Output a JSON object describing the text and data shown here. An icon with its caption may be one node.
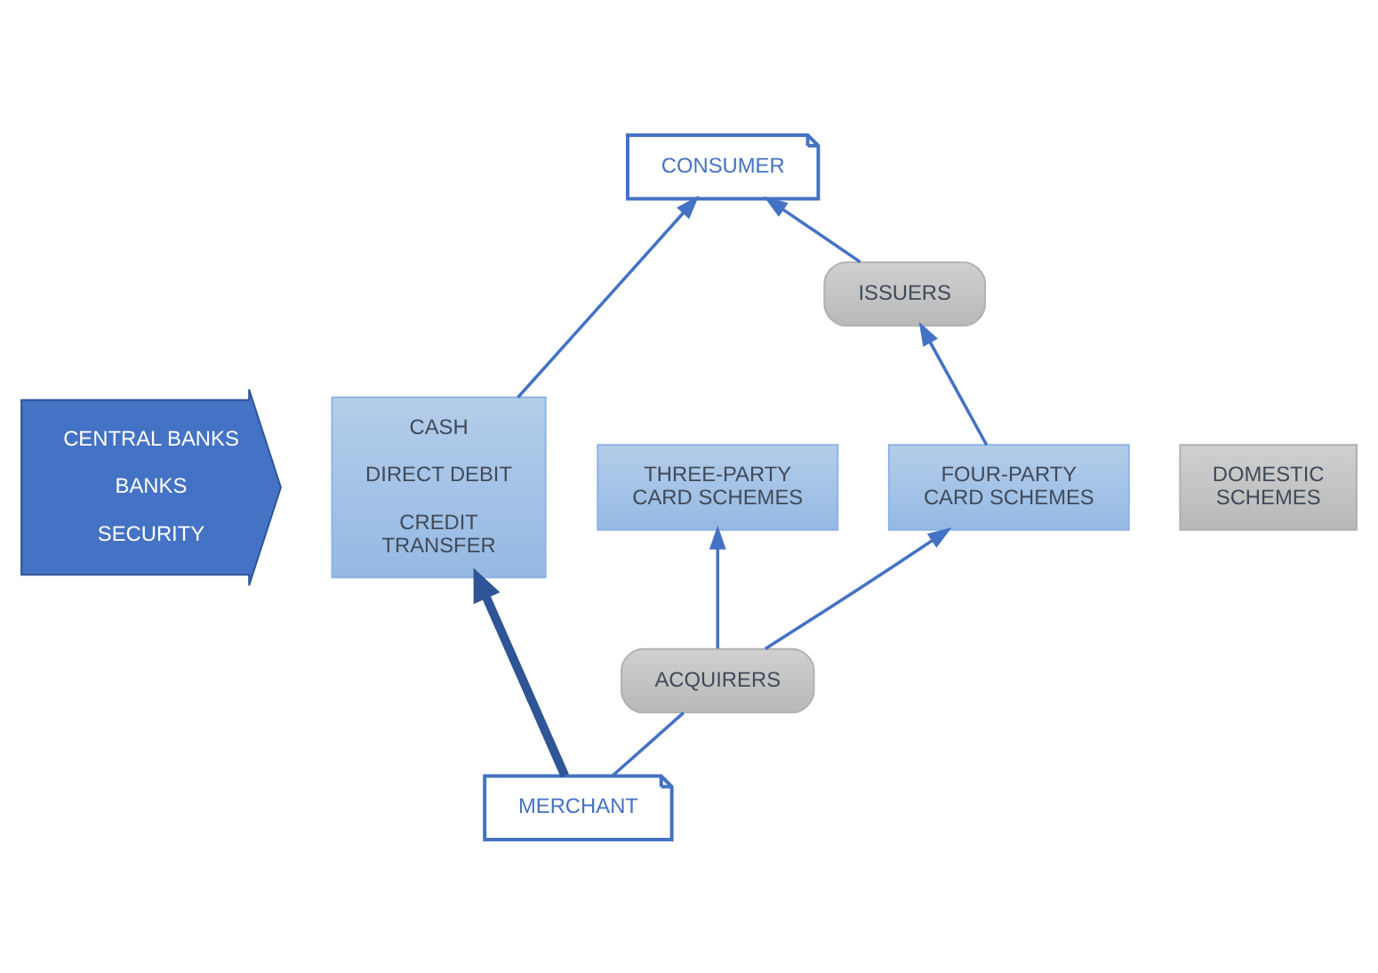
{
  "diagram": {
    "nodes": [
      {
        "text": [
          "CONSUMER"
        ]
      },
      {
        "text": [
          "ISSUERS"
        ]
      },
      {
        "text": [
          "CENTRAL BANKS",
          "BANKS",
          "SECURITY"
        ]
      },
      {
        "text": [
          "CASH",
          "DIRECT DEBIT",
          "CREDIT TRANSFER"
        ]
      },
      {
        "text": [
          "THREE-PARTY CARD SCHEMES"
        ]
      },
      {
        "text": [
          "FOUR-PARTY CARD SCHEMES"
        ]
      },
      {
        "text": [
          "DOMESTIC SCHEMES"
        ]
      },
      {
        "text": [
          "ACQUIRERS"
        ]
      },
      {
        "text": [
          "MERCHANT"
        ]
      }
    ],
    "edges": [
      {
        "from": 3,
        "to": 0,
        "arrow": "to"
      },
      {
        "from": 1,
        "to": 0,
        "arrow": "to"
      },
      {
        "from": 5,
        "to": 1,
        "arrow": "to"
      },
      {
        "from": 7,
        "to": 4,
        "arrow": "to"
      },
      {
        "from": 7,
        "to": 5,
        "arrow": "to"
      },
      {
        "from": 8,
        "to": 7,
        "arrow": "none"
      },
      {
        "from": 8,
        "to": 3,
        "arrow": "to",
        "style": "thick",
        "color": "#2f5597"
      }
    ]
  }
}
